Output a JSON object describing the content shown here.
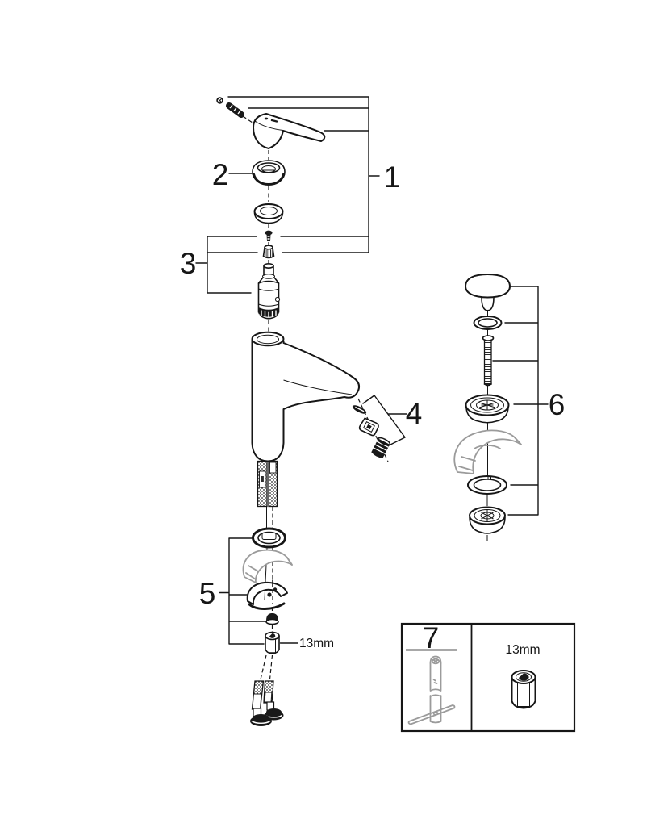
{
  "image": {
    "background": "#ffffff",
    "line_color": "#161616",
    "gray_line_color": "#9b9b9b"
  },
  "callouts": {
    "part1": "1",
    "part2": "2",
    "part3": "3",
    "part4": "4",
    "part5": "5",
    "part6": "6",
    "nut_size_label": "13mm"
  },
  "legend": {
    "part7": "7",
    "tool_size_label": "13mm"
  }
}
